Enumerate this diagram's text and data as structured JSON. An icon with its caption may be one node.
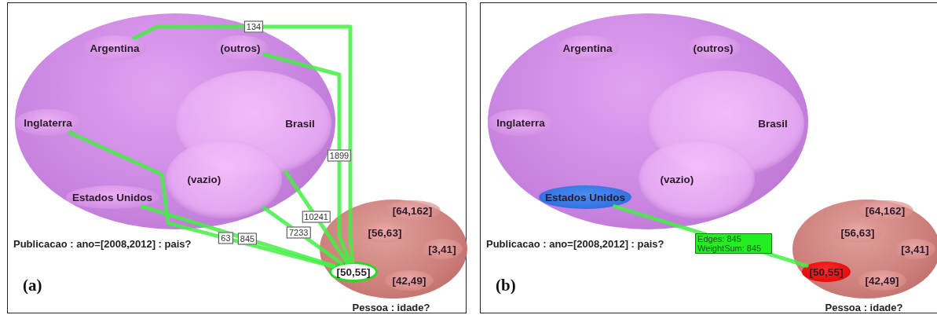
{
  "diagram": {
    "nodes": [
      {
        "text": [
          "(a)"
        ]
      },
      {
        "text": [
          "Publicacao : ano=[2008,2012] : pais?"
        ],
        "in": 0
      },
      {
        "text": [
          "Argentina"
        ],
        "in": 1
      },
      {
        "text": [
          "(outros)"
        ],
        "in": 1
      },
      {
        "text": [
          "Inglaterra"
        ],
        "in": 1
      },
      {
        "text": [
          "Brasil"
        ],
        "in": 1
      },
      {
        "text": [
          "(vazio)"
        ],
        "in": 1
      },
      {
        "text": [
          "Estados Unidos"
        ],
        "in": 1
      },
      {
        "text": [
          "Pessoa : idade?"
        ],
        "in": 0
      },
      {
        "text": [
          "[56,63]"
        ],
        "in": 8
      },
      {
        "text": [
          "[64,162]"
        ],
        "in": 8
      },
      {
        "text": [
          "[3,41]"
        ],
        "in": 8
      },
      {
        "text": [
          "[50,55]"
        ],
        "in": 8
      },
      {
        "text": [
          "[42,49]"
        ],
        "in": 8
      },
      {
        "text": [
          "(b)"
        ]
      },
      {
        "text": [
          "Publicacao : ano=[2008,2012] : pais?"
        ],
        "in": 14
      },
      {
        "text": [
          "Argentina"
        ],
        "in": 15
      },
      {
        "text": [
          "(outros)"
        ],
        "in": 15
      },
      {
        "text": [
          "Inglaterra"
        ],
        "in": 15
      },
      {
        "text": [
          "Brasil"
        ],
        "in": 15
      },
      {
        "text": [
          "(vazio)"
        ],
        "in": 15
      },
      {
        "text": [
          "Estados Unidos"
        ],
        "in": 15
      },
      {
        "text": [
          "Pessoa : idade?"
        ],
        "in": 14
      },
      {
        "text": [
          "[56,63]"
        ],
        "in": 22
      },
      {
        "text": [
          "[64,162]"
        ],
        "in": 22
      },
      {
        "text": [
          "[3,41]"
        ],
        "in": 22
      },
      {
        "text": [
          "[50,55]"
        ],
        "in": 22
      },
      {
        "text": [
          "[42,49]"
        ],
        "in": 22
      }
    ],
    "edges": [
      {
        "from": 2,
        "to": 12,
        "arrow": "none",
        "label": "134"
      },
      {
        "from": 3,
        "to": 12,
        "arrow": "none",
        "label": "1899"
      },
      {
        "from": 4,
        "to": 12,
        "arrow": "none",
        "label": "63"
      },
      {
        "from": 7,
        "to": 12,
        "arrow": "none",
        "label": "845"
      },
      {
        "from": 5,
        "to": 12,
        "arrow": "none",
        "label": "10241"
      },
      {
        "from": 6,
        "to": 12,
        "arrow": "none",
        "label": "7233"
      },
      {
        "from": 21,
        "to": 26,
        "arrow": "none",
        "label": "Edges: 845 WeightSum: 845"
      }
    ]
  }
}
